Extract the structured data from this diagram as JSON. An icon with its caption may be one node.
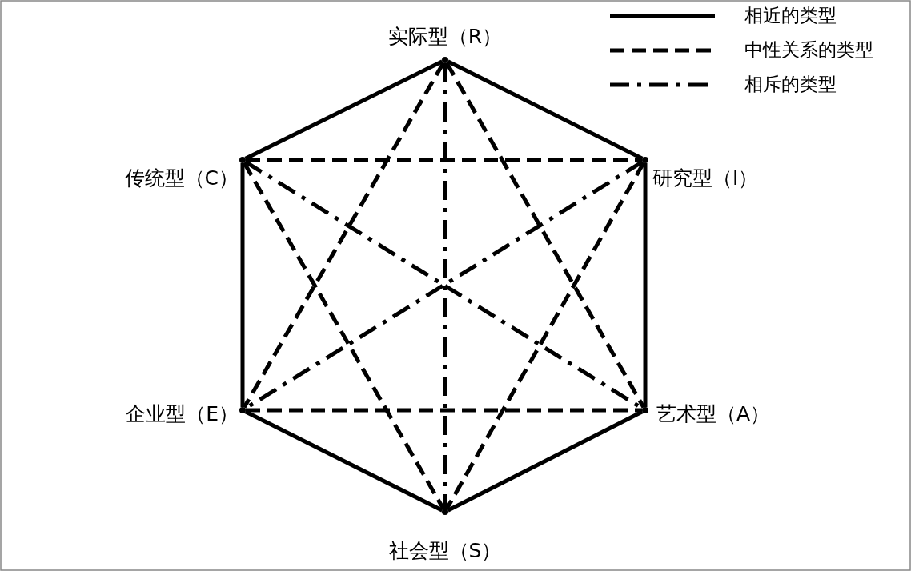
{
  "diagram": {
    "nodes": [
      {
        "text": [],
        "shape": "circle",
        "beside": [
          "实际型（R）"
        ]
      },
      {
        "text": [],
        "shape": "circle",
        "beside": [
          "研究型（I）"
        ]
      },
      {
        "text": [],
        "shape": "circle",
        "beside": [
          "艺术型（A）"
        ]
      },
      {
        "text": [],
        "shape": "circle",
        "beside": [
          "社会型（S）"
        ]
      },
      {
        "text": [],
        "shape": "circle",
        "beside": [
          "企业型（E）"
        ]
      },
      {
        "text": [],
        "shape": "circle",
        "beside": [
          "传统型（C）"
        ]
      }
    ],
    "edges": [
      {
        "from": 0,
        "to": 1,
        "arrow": "none"
      },
      {
        "from": 1,
        "to": 2,
        "arrow": "none"
      },
      {
        "from": 2,
        "to": 3,
        "arrow": "none"
      },
      {
        "from": 3,
        "to": 4,
        "arrow": "none"
      },
      {
        "from": 4,
        "to": 5,
        "arrow": "none"
      },
      {
        "from": 5,
        "to": 0,
        "arrow": "none"
      },
      {
        "from": 5,
        "to": 1,
        "arrow": "none",
        "style": "dashed"
      },
      {
        "from": 4,
        "to": 2,
        "arrow": "none",
        "style": "dashed"
      },
      {
        "from": 0,
        "to": 4,
        "arrow": "none",
        "style": "dashed"
      },
      {
        "from": 0,
        "to": 2,
        "arrow": "none",
        "style": "dashed"
      },
      {
        "from": 5,
        "to": 3,
        "arrow": "none",
        "style": "dashed"
      },
      {
        "from": 1,
        "to": 3,
        "arrow": "none",
        "style": "dashed"
      },
      {
        "from": 0,
        "to": 3,
        "arrow": "none",
        "style": "dashed"
      },
      {
        "from": 5,
        "to": 2,
        "arrow": "none",
        "style": "dashed"
      },
      {
        "from": 1,
        "to": 4,
        "arrow": "none",
        "style": "dashed"
      }
    ],
    "legend": [
      {
        "text": "相近的类型"
      },
      {
        "text": "中性关系的类型"
      },
      {
        "text": "相斥的类型"
      }
    ]
  }
}
